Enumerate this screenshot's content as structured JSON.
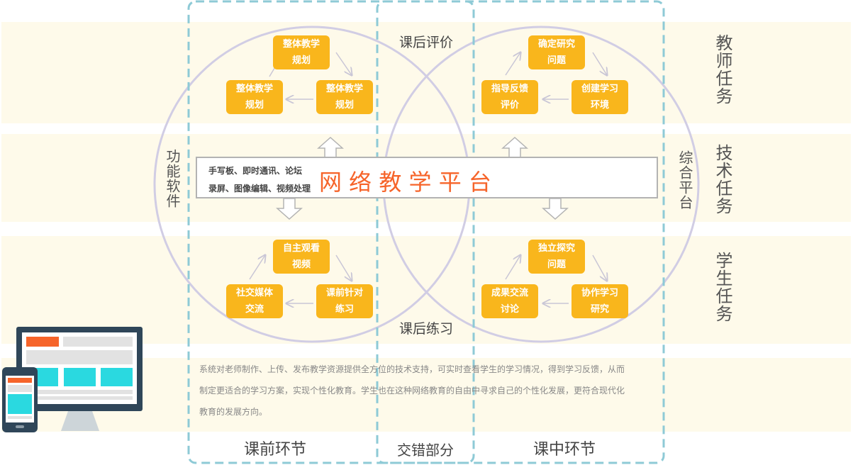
{
  "colors": {
    "band": "#fefaea",
    "box": "#f9b61c",
    "dashed": "#8ecad6",
    "circle": "#d1cde4",
    "accent": "#f6642a"
  },
  "rows": {
    "teacher": "教师任务",
    "tech": "技术任务",
    "student": "学生任务"
  },
  "side": {
    "software": "功能软件",
    "platform": "综合平台"
  },
  "teacher_left": {
    "top": "整体教学规划",
    "left": "整体教学规划",
    "right": "整体教学规划"
  },
  "teacher_right": {
    "top": "确定研究问题",
    "left": "指导反馈评价",
    "right": "创建学习环境"
  },
  "student_left": {
    "top": "自主观看视频",
    "left": "社交媒体交流",
    "right": "课前针对练习"
  },
  "student_right": {
    "top": "独立探究问题",
    "left": "成果交流讨论",
    "right": "协作学习研究"
  },
  "overlap": {
    "top": "课后评价",
    "bottom": "课后练习"
  },
  "platform": {
    "title": "网 络 教 学  平 台",
    "tools_line1": "手写板、即时通讯、论坛",
    "tools_line2": "录屏、图像编辑、视频处理"
  },
  "description": {
    "line1": "系统对老师制作、上传、发布教学资源提供全方位的技术支持，可实时查看学生的学习情况，得到学习反馈，从而",
    "line2": "制定更适合的学习方案，实现个性化教育。学生也在这种网络教育的自由中寻求自己的个性化发展，更符合现代化",
    "line3": "教育的发展方向。"
  },
  "phases": {
    "pre": "课前环节",
    "cross": "交错部分",
    "mid": "课中环节"
  }
}
